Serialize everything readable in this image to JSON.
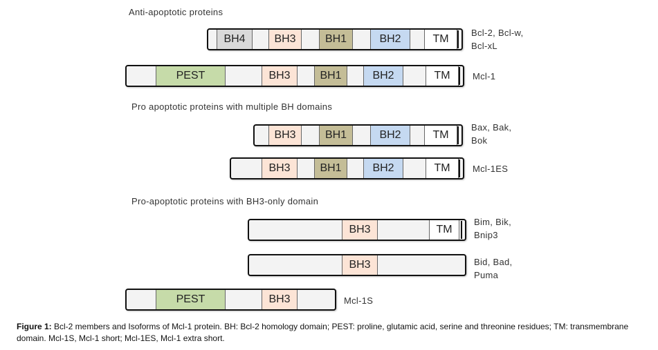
{
  "headings": {
    "anti": "Anti-apoptotic proteins",
    "multi": "Pro apoptotic proteins with multiple BH domains",
    "bh3only": "Pro-apoptotic proteins with BH3-only domain"
  },
  "proteins": {
    "bcl2": {
      "names": [
        "Bcl-2, Bcl-w,",
        "Bcl-xL"
      ],
      "domains": [
        "BH4",
        "BH3",
        "BH1",
        "BH2",
        "TM"
      ]
    },
    "mcl1": {
      "names": [
        "Mcl-1"
      ],
      "domains": [
        "PEST",
        "BH3",
        "BH1",
        "BH2",
        "TM"
      ]
    },
    "bax": {
      "names": [
        "Bax, Bak,",
        "Bok"
      ],
      "domains": [
        "BH3",
        "BH1",
        "BH2",
        "TM"
      ]
    },
    "mcl1es": {
      "names": [
        "Mcl-1ES"
      ],
      "domains": [
        "BH3",
        "BH1",
        "BH2",
        "TM"
      ]
    },
    "bim": {
      "names": [
        "Bim, Bik,",
        "Bnip3"
      ],
      "domains": [
        "BH3",
        "TM"
      ]
    },
    "bid": {
      "names": [
        "Bid, Bad,",
        "Puma"
      ],
      "domains": [
        "BH3"
      ]
    },
    "mcl1s": {
      "names": [
        "Mcl-1S"
      ],
      "domains": [
        "PEST",
        "BH3"
      ]
    }
  },
  "colors": {
    "PEST": "#c6dba9",
    "BH4": "#d9d9d9",
    "BH3": "#fce4d6",
    "BH1": "#c4bd97",
    "BH2": "#c5d9f1",
    "TM": "#ffffff",
    "bar": "#f3f3f3"
  },
  "caption": {
    "label": "Figure 1:",
    "text": " Bcl-2 members and Isoforms of Mcl-1 protein. BH: Bcl-2 homology domain; PEST: proline, glutamic acid, serine and threonine residues; TM: transmembrane domain. Mcl-1S, Mcl-1 short; Mcl-1ES, Mcl-1 extra short."
  }
}
